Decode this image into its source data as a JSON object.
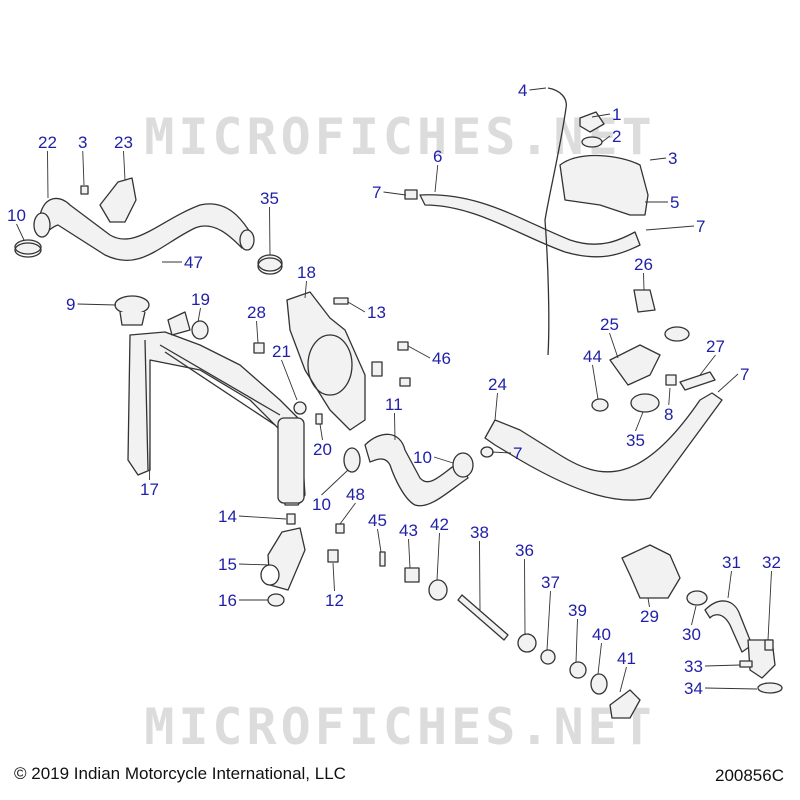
{
  "watermark_text": "MICROFICHES.NET",
  "footer": {
    "copyright": "© 2019 Indian Motorcycle International, LLC",
    "diagram_id": "200856C"
  },
  "colors": {
    "callout": "#1f1fa8",
    "line": "#333333",
    "part_fill": "#f2f2f2",
    "watermark": "#dcdcdc"
  },
  "callouts": [
    "1",
    "2",
    "3",
    "4",
    "5",
    "6",
    "7",
    "8",
    "9",
    "10",
    "11",
    "12",
    "13",
    "14",
    "15",
    "16",
    "17",
    "18",
    "19",
    "20",
    "21",
    "22",
    "23",
    "24",
    "25",
    "26",
    "27",
    "28",
    "29",
    "30",
    "31",
    "32",
    "33",
    "34",
    "35",
    "36",
    "37",
    "38",
    "39",
    "40",
    "41",
    "42",
    "43",
    "44",
    "45",
    "46",
    "47",
    "48"
  ],
  "duplicate_callouts": [
    "3",
    "7",
    "10",
    "35"
  ]
}
